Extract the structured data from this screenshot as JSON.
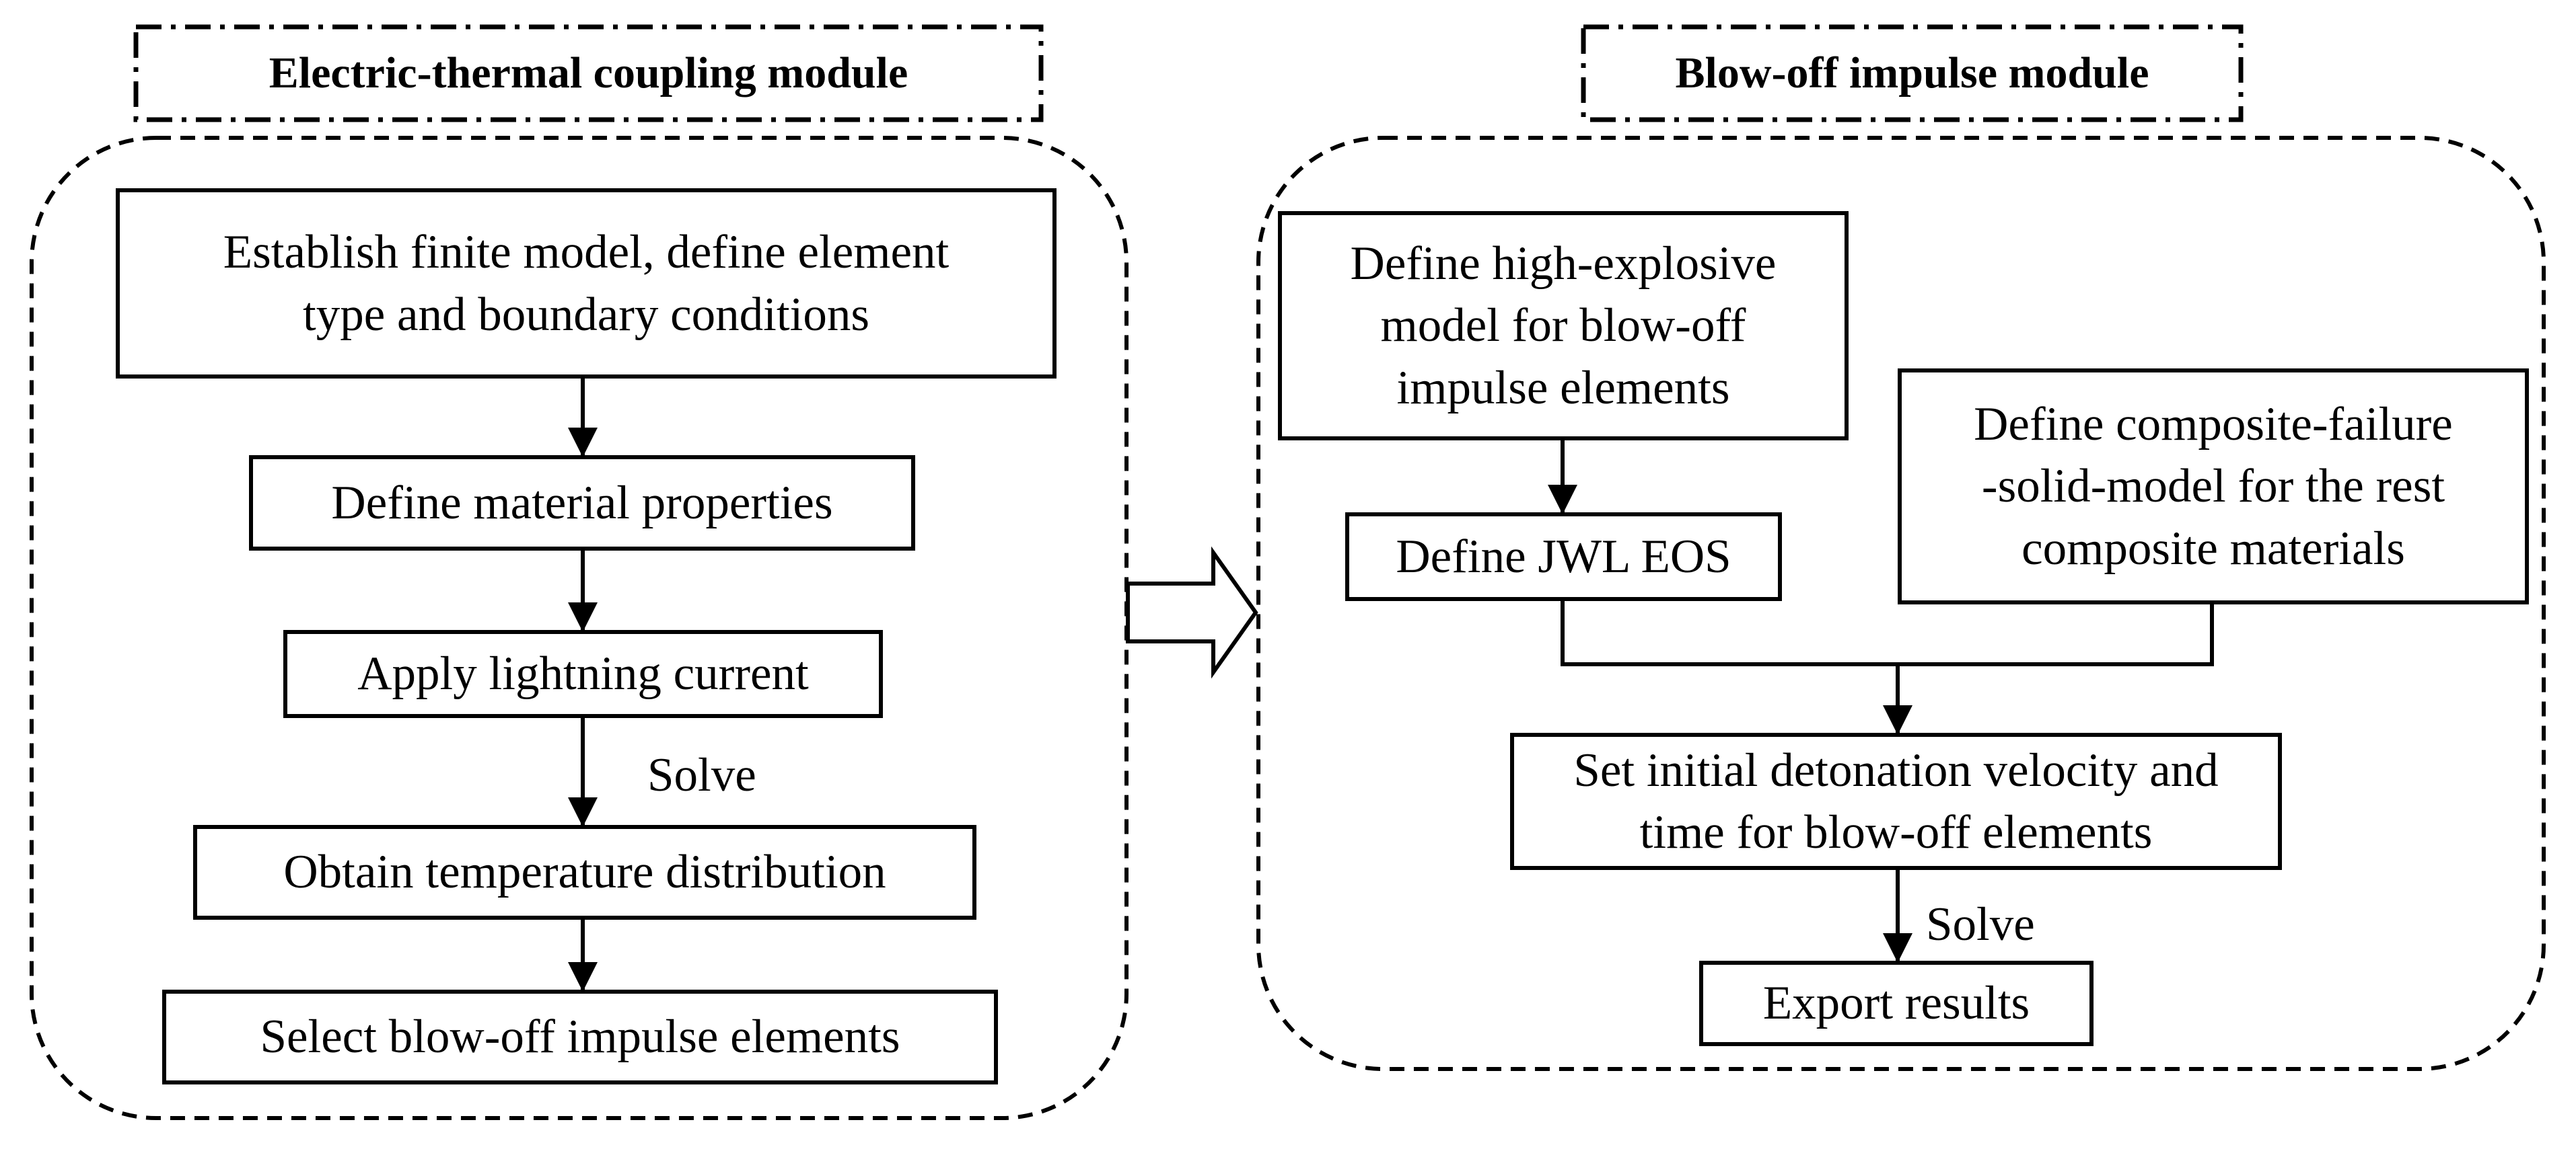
{
  "modules": {
    "left": {
      "title": "Electric-thermal coupling module"
    },
    "right": {
      "title": "Blow-off impulse module"
    }
  },
  "left_steps": {
    "establish": "Establish finite model, define element\ntype and boundary conditions",
    "material": "Define material properties",
    "lightning": "Apply lightning current",
    "temperature": "Obtain temperature distribution",
    "select": "Select blow-off impulse elements"
  },
  "right_steps": {
    "high_explosive": "Define high-explosive\nmodel for blow-off\nimpulse elements",
    "composite": "Define composite-failure\n-solid-model for the rest\ncomposite materials",
    "jwl": "Define JWL EOS",
    "detonation": "Set initial detonation velocity and\ntime for blow-off elements",
    "export": "Export results"
  },
  "edge_labels": {
    "left_solve": "Solve",
    "right_solve": "Solve"
  },
  "colors": {
    "stroke": "#000000",
    "background": "#ffffff"
  }
}
